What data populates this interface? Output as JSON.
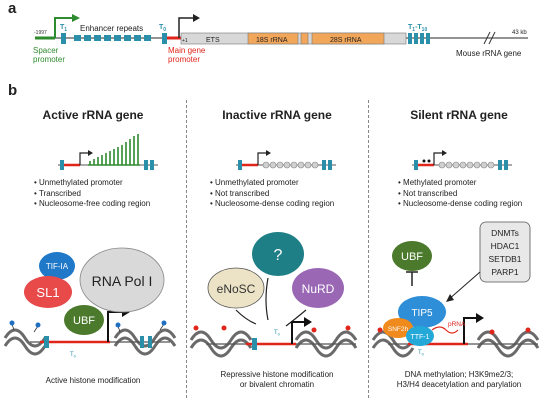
{
  "panel_a": {
    "letter": "a",
    "pos_label": "-1997",
    "t1": "T",
    "t1_sub": "1",
    "enhancer": "Enhancer repeats",
    "t0": "T",
    "t0_sub": "0",
    "spacer_line1": "Spacer",
    "spacer_line2": "promoter",
    "main_line1": "Main gene",
    "main_line2": "promoter",
    "plus1": "+1",
    "ets": "ETS",
    "r18": "18S rRNA",
    "r28": "28S rRNA",
    "tt": "T",
    "tt_sub1": "1",
    "tt_dash": "-T",
    "tt_sub2": "10",
    "kb": "43 kb",
    "gene_label": "Mouse rRNA gene"
  },
  "panel_b": {
    "letter": "b",
    "active": {
      "title": "Active rRNA gene",
      "bullets": [
        "Unmethylated promoter",
        "Transcribed",
        "Nucleosome-free coding region"
      ],
      "factors": {
        "tif": "TIF-IA",
        "pol": "RNA Pol I",
        "sl1": "SL1",
        "ubf": "UBF"
      },
      "t0": "T",
      "t0_sub": "0",
      "caption": "Active histone modification"
    },
    "inactive": {
      "title": "Inactive rRNA gene",
      "bullets": [
        "Unmethylated  promoter",
        "Not transcribed",
        "Nucleosome-dense coding region"
      ],
      "factors": {
        "q": "?",
        "enosc": "eNoSC",
        "nurd": "NuRD"
      },
      "t0": "T",
      "t0_sub": "0",
      "caption_line1": "Repressive histone modification",
      "caption_line2": "or bivalent chromatin"
    },
    "silent": {
      "title": "Silent rRNA gene",
      "bullets": [
        "Methylated promoter",
        "Not transcribed",
        "Nucleosome-dense coding region"
      ],
      "factors": {
        "ubf": "UBF",
        "tip5": "TIP5",
        "snf2h": "SNF2h",
        "ttf1": "TTF-1",
        "prna": "pRNA",
        "t0": "T",
        "t0_sub": "0"
      },
      "box": [
        "DNMTs",
        "HDAC1",
        "SETDB1",
        "PARP1"
      ],
      "caption_line1": "DNA methylation; H3K9me2/3;",
      "caption_line2": "H3/H4 deacetylation and parylation"
    }
  },
  "colors": {
    "green": "#2e8b2e",
    "red": "#e0261b",
    "teal": "#2a8fa8",
    "orange": "#f2a65a",
    "gray_rect": "#d8d8d8",
    "tif": "#1f78c8",
    "sl1": "#e84a4a",
    "ubf": "#4c7a2c",
    "pol": "#d9d9d9",
    "question": "#1e7f86",
    "enosc": "#ece3c6",
    "nurd": "#9a67b5",
    "tip5": "#2f8ed8",
    "snf2h": "#f08a1c",
    "ttf1": "#23a8d8"
  }
}
